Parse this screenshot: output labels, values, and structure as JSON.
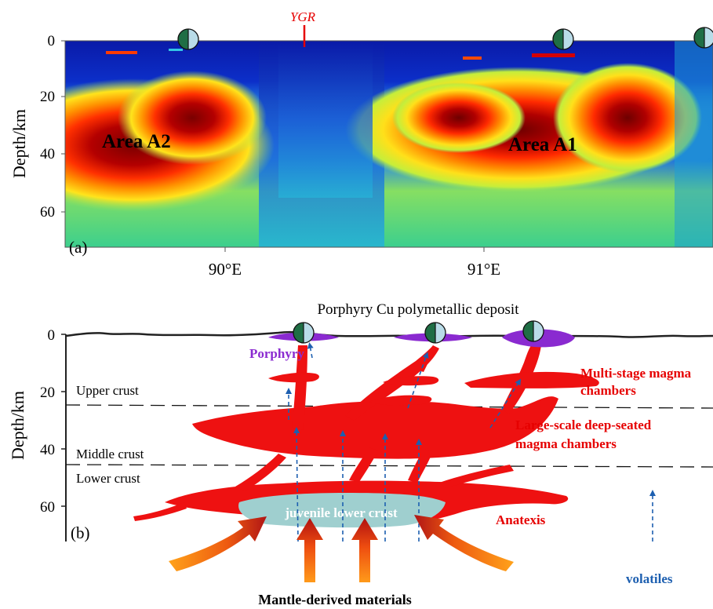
{
  "panel_a": {
    "panel_label": "(a)",
    "y_axis_label": "Depth/km",
    "y_ticks": [
      "0",
      "20",
      "40",
      "60"
    ],
    "x_ticks": [
      "90°E",
      "91°E"
    ],
    "rift_label": "YGR",
    "area_labels": [
      "Area A2",
      "Area A1"
    ]
  },
  "panel_b": {
    "panel_label": "(b)",
    "title": "Porphyry Cu polymetallic deposit",
    "y_axis_label": "Depth/km",
    "y_ticks": [
      "0",
      "20",
      "40",
      "60"
    ],
    "layers": {
      "upper": "Upper crust",
      "middle": "Middle crust",
      "lower": "Lower crust"
    },
    "porphyry_label": "Porphyry",
    "multi_stage_label": [
      "Multi-stage magma",
      "chambers"
    ],
    "deep_seated_label": [
      "Large-scale deep-seated",
      "magma chambers"
    ],
    "juvenile_label": "juvenile lower crust",
    "anatexis_label": "Anatexis",
    "volatiles_label": "volatiles",
    "mantle_label": "Mantle-derived materials"
  },
  "colors": {
    "magma_red": "#ee1111",
    "label_red": "#e60000",
    "porphyry_purple": "#8a2ad0",
    "juvenile_teal": "#9fcfcf",
    "volatile_blue": "#1d5fb0",
    "deposit_green": "#1f6e45",
    "deposit_blue": "#b9dce8"
  }
}
